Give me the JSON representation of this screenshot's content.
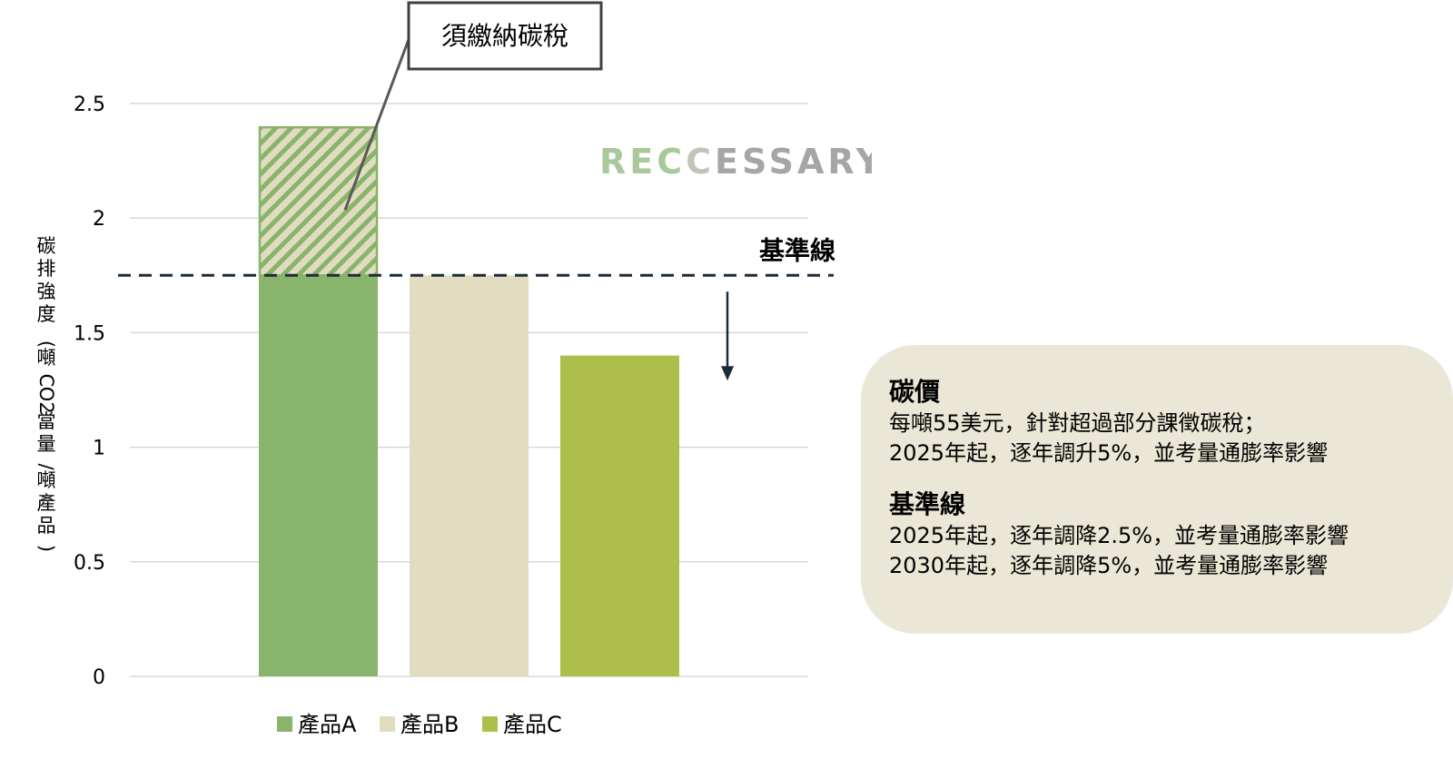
{
  "chart_data": {
    "type": "bar",
    "categories": [
      "產品A",
      "產品B",
      "產品C"
    ],
    "series": [
      {
        "name": "產品A",
        "values": [
          2.4,
          null,
          null
        ],
        "color": "#88b46b"
      },
      {
        "name": "產品B",
        "values": [
          null,
          1.75,
          null
        ],
        "color": "#e1dcbf"
      },
      {
        "name": "產品C",
        "values": [
          null,
          null,
          1.4
        ],
        "color": "#adbf4a"
      }
    ],
    "ylim": [
      0,
      2.5
    ],
    "yticks": [
      "0",
      "0.5",
      "1",
      "1.5",
      "2",
      "2.5"
    ],
    "ylabel": "碳排強度 (噸CO2當量/噸產品)",
    "baseline": {
      "value": 1.75,
      "label": "基準線",
      "color": "#1c2b3a"
    },
    "excess_annotation": {
      "label": "須繳納碳稅",
      "from": 1.75,
      "to": 2.4
    },
    "grid": true,
    "legend_position": "bottom"
  },
  "watermark": {
    "parts": [
      "R",
      "E",
      "C",
      "C",
      "ESSARY"
    ],
    "colors": [
      "#a9c99a",
      "#a9c99a",
      "#a9c99a",
      "#c0c4b9",
      "#a5a7a5"
    ]
  },
  "info_panel": {
    "carbon_price": {
      "heading": "碳價",
      "lines": [
        "每噸55美元，針對超過部分課徵碳稅；",
        "2025年起，逐年調升5%，並考量通膨率影響"
      ]
    },
    "baseline_rule": {
      "heading": "基準線",
      "lines": [
        "2025年起，逐年調降2.5%，並考量通膨率影響",
        "2030年起，逐年調降5%，並考量通膨率影響"
      ]
    }
  }
}
